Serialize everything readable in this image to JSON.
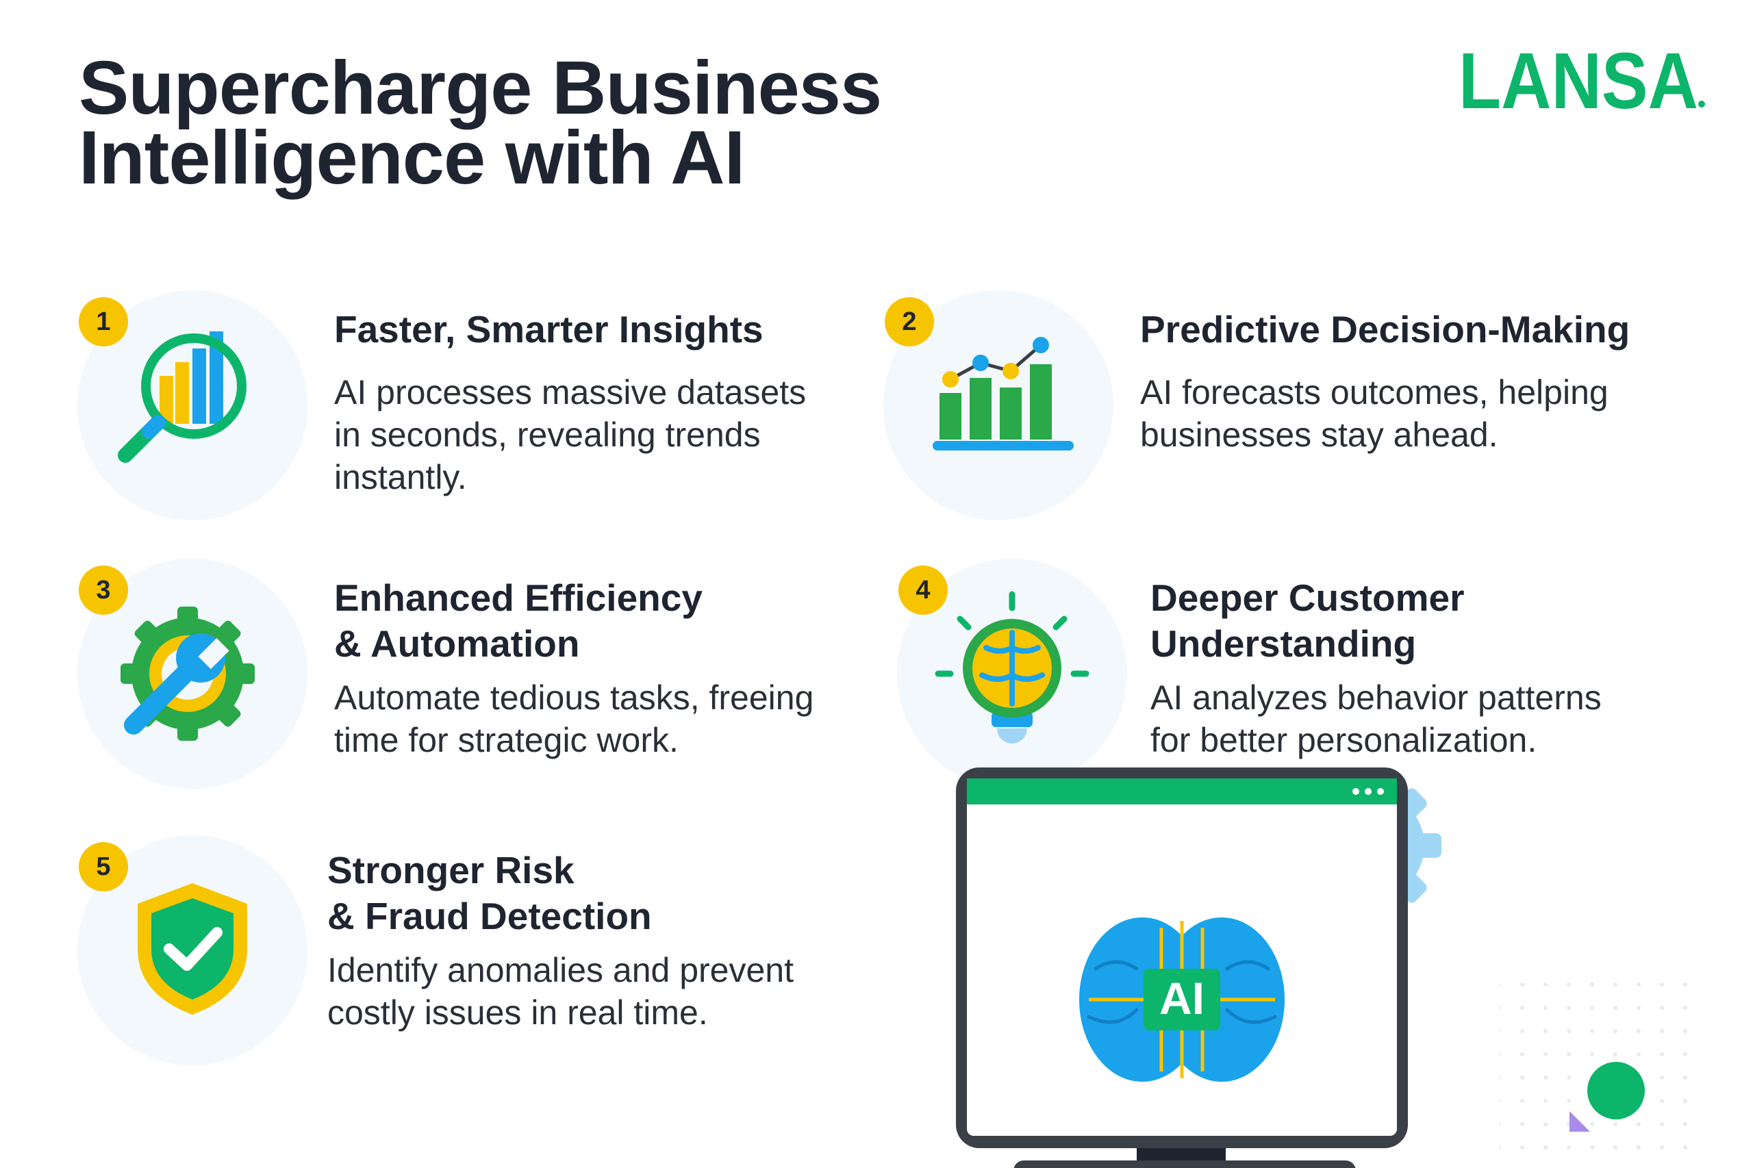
{
  "title": {
    "line1": "Supercharge Business",
    "line2": "Intelligence with AI"
  },
  "logo": {
    "text": "LANSA",
    "color": "#0db56a"
  },
  "colors": {
    "green": "#0db56a",
    "dark_green": "#2aa84a",
    "blue": "#1aa3ea",
    "light_blue": "#9fd6f6",
    "yellow": "#f7c400",
    "dark": "#3b4048",
    "text": "#1f2530"
  },
  "items": [
    {
      "number": "1",
      "icon": "magnifier-chart-icon",
      "title_lines": [
        "Faster, Smarter Insights"
      ],
      "desc_lines": [
        "AI processes massive datasets",
        "in seconds, revealing trends",
        "instantly."
      ]
    },
    {
      "number": "2",
      "icon": "line-bar-chart-icon",
      "title_lines": [
        "Predictive Decision-Making"
      ],
      "desc_lines": [
        "AI forecasts outcomes, helping",
        "businesses stay ahead."
      ]
    },
    {
      "number": "3",
      "icon": "gear-wrench-icon",
      "title_lines": [
        "Enhanced Efficiency",
        "& Automation"
      ],
      "desc_lines": [
        "Automate tedious tasks, freeing",
        "time for strategic work."
      ]
    },
    {
      "number": "4",
      "icon": "brain-lightbulb-icon",
      "title_lines": [
        "Deeper Customer",
        "Understanding"
      ],
      "desc_lines": [
        "AI analyzes behavior patterns",
        "for better personalization."
      ]
    },
    {
      "number": "5",
      "icon": "shield-check-icon",
      "title_lines": [
        "Stronger Risk",
        "& Fraud Detection"
      ],
      "desc_lines": [
        "Identify anomalies and prevent",
        "costly issues in real time."
      ]
    }
  ],
  "illustration": {
    "icon": "monitor-ai-brain-icon",
    "label": "AI"
  }
}
